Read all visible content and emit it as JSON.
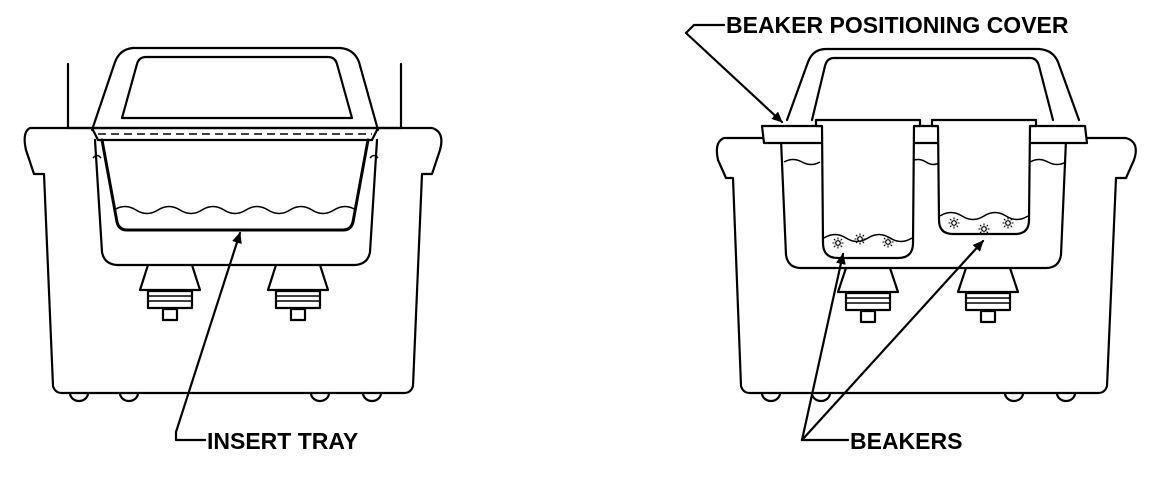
{
  "labels": {
    "insert_tray": "INSERT TRAY",
    "beaker_positioning_cover": "BEAKER POSITIONING COVER",
    "beakers": "BEAKERS"
  }
}
